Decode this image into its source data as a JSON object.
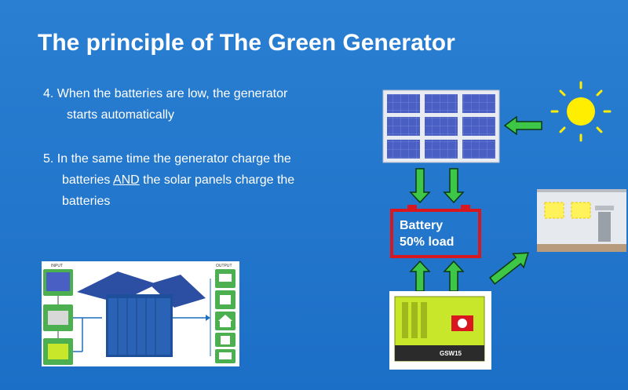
{
  "title": "The principle of The Green Generator",
  "points": [
    {
      "line1": "4. When the batteries are low, the generator",
      "line2": "starts automatically"
    },
    {
      "line1": "5. In the same time the generator charge the",
      "line2_pre": "batteries ",
      "line2_u": "AND",
      "line2_post": " the solar panels charge the",
      "line3": "batteries"
    }
  ],
  "battery": {
    "line1": "Battery",
    "line2": "50% load"
  },
  "inset": {
    "input_label": "INPUT",
    "output_label": "OUTPUT"
  },
  "generator_label": "GSW15",
  "colors": {
    "background": "#1e73c8",
    "arrow_green": "#3ec646",
    "battery_red": "#d9171f",
    "sun": "#ffee00",
    "panel": "#4a5fc4",
    "generator_body": "#c8e62a"
  }
}
